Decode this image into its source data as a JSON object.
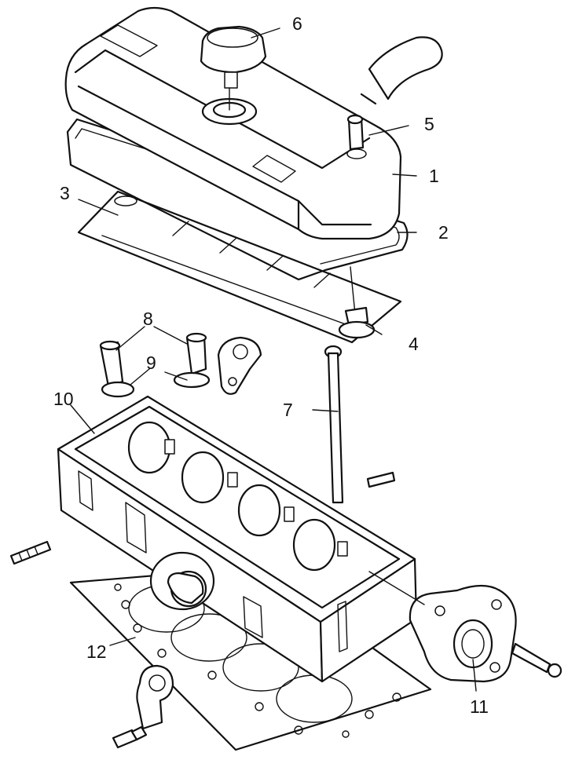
{
  "callouts": [
    {
      "id": "1",
      "text": "1"
    },
    {
      "id": "2",
      "text": "2"
    },
    {
      "id": "3",
      "text": "3"
    },
    {
      "id": "4",
      "text": "4"
    },
    {
      "id": "5",
      "text": "5"
    },
    {
      "id": "6",
      "text": "6"
    },
    {
      "id": "7",
      "text": "7"
    },
    {
      "id": "8",
      "text": "8"
    },
    {
      "id": "9",
      "text": "9"
    },
    {
      "id": "10",
      "text": "10"
    },
    {
      "id": "11",
      "text": "11"
    },
    {
      "id": "12",
      "text": "12"
    }
  ],
  "colors": {
    "ink": "#111111",
    "paper": "#ffffff"
  }
}
